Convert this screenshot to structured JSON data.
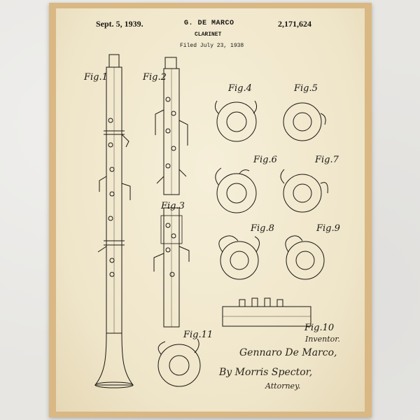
{
  "patent": {
    "date": "Sept. 5, 1939.",
    "inventor": "G. DE MARCO",
    "number": "2,171,624",
    "subject": "CLARINET",
    "filed": "Filed July 23, 1938"
  },
  "figures": [
    "Fig.1",
    "Fig.2",
    "Fig.3",
    "Fig.4",
    "Fig.5",
    "Fig.6",
    "Fig.7",
    "Fig.8",
    "Fig.9",
    "Fig.10",
    "Fig.11"
  ],
  "signature": {
    "inventor_label": "Inventor.",
    "inventor_name": "Gennaro De Marco,",
    "by": "By Morris Spector,",
    "attorney": "Attorney."
  },
  "colors": {
    "frame": "#d9b884",
    "paper": "#f2ead2",
    "ink": "#1a1712"
  }
}
